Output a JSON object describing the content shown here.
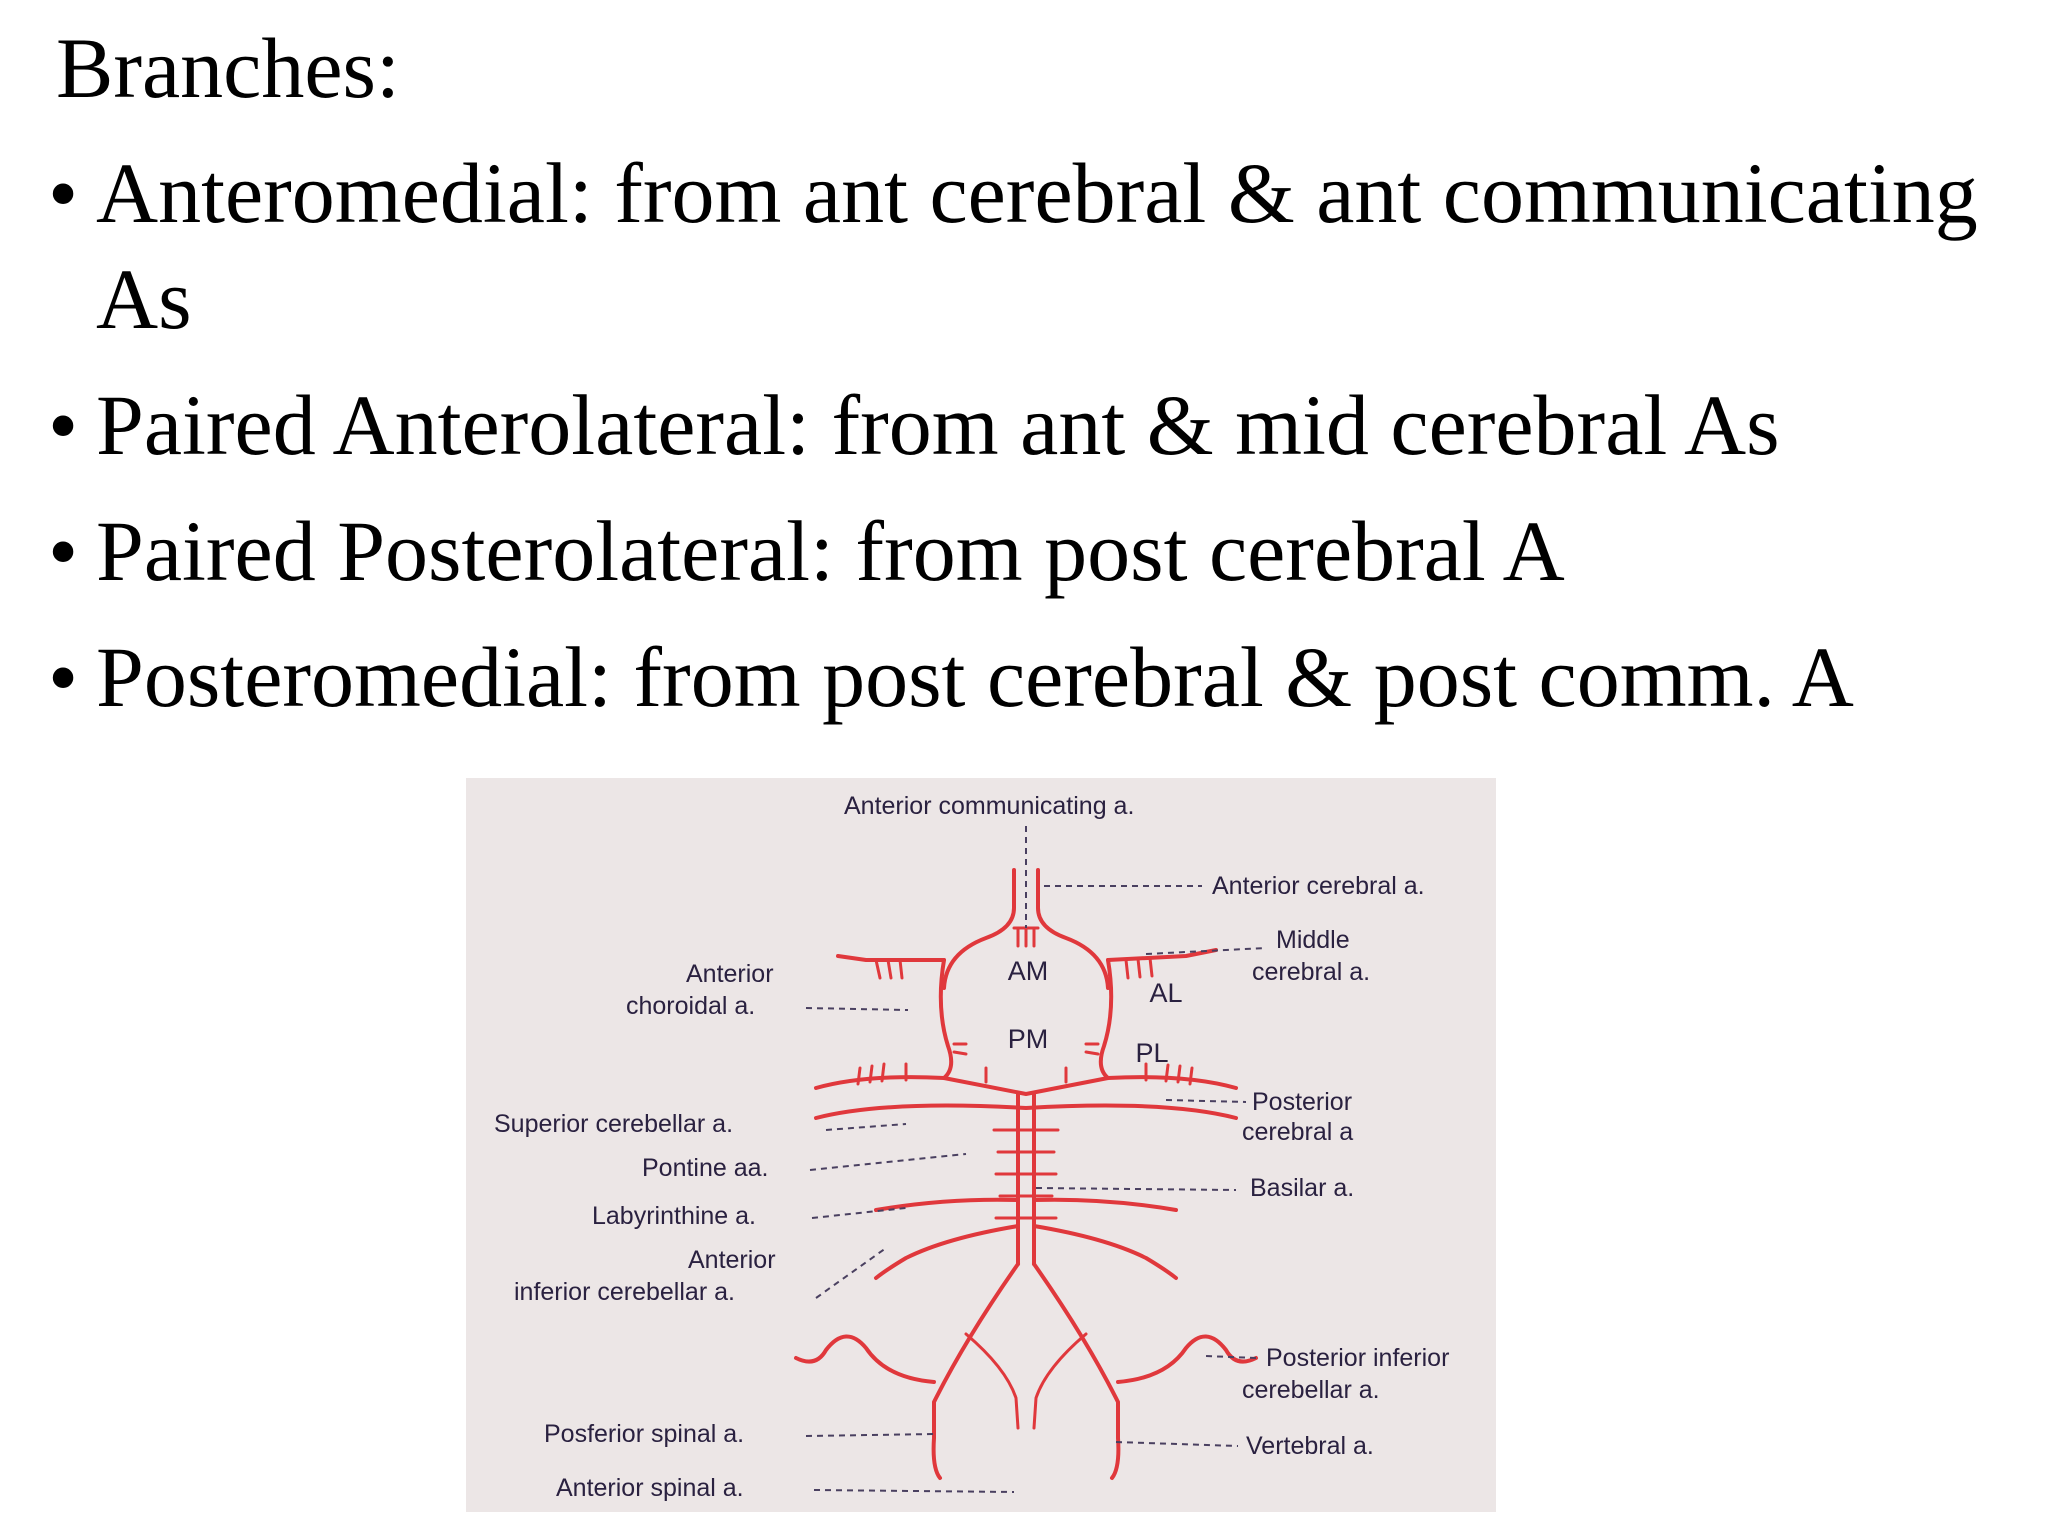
{
  "slide": {
    "title": "Branches:",
    "bullets": [
      "Anteromedial: from ant cerebral & ant communicating As",
      "Paired Anterolateral: from ant & mid cerebral As",
      "Paired Posterolateral: from post cerebral A",
      "Posteromedial: from post cerebral & post comm. A"
    ],
    "bullet_glyph": "•"
  },
  "diagram": {
    "background_color": "#ece6e6",
    "artery_color": "#e0383c",
    "zones": {
      "am": "AM",
      "pm": "PM",
      "al": "AL",
      "pl": "PL"
    },
    "labels": {
      "anterior_communicating": "Anterior communicating a.",
      "anterior_cerebral": "Anterior cerebral a.",
      "middle_cerebral_1": "Middle",
      "middle_cerebral_2": "cerebral a.",
      "anterior_choroidal_1": "Anterior",
      "anterior_choroidal_2": "choroidal a.",
      "posterior_cerebral_1": "Posterior",
      "posterior_cerebral_2": "cerebral a",
      "superior_cerebellar": "Superior cerebellar a.",
      "pontine": "Pontine aa.",
      "basilar": "Basilar a.",
      "labyrinthine": "Labyrinthine a.",
      "aica_1": "Anterior",
      "aica_2": "inferior cerebellar a.",
      "pica_1": "Posterior inferior",
      "pica_2": "cerebellar a.",
      "posterior_spinal": "Posferior spinal a.",
      "vertebral": "Vertebral a.",
      "anterior_spinal": "Anterior spinal a."
    }
  }
}
